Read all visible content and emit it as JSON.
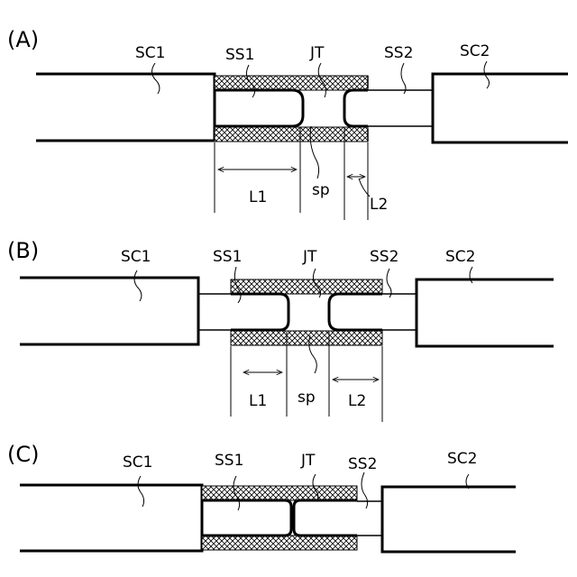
{
  "panels": {
    "a": {
      "tag": "(A)",
      "sc1": "SC1",
      "ss1": "SS1",
      "jt": "JT",
      "ss2": "SS2",
      "sc2": "SC2",
      "l1": "L1",
      "sp": "sp",
      "l2": "L2"
    },
    "b": {
      "tag": "(B)",
      "sc1": "SC1",
      "ss1": "SS1",
      "jt": "JT",
      "ss2": "SS2",
      "sc2": "SC2",
      "l1": "L1",
      "sp": "sp",
      "l2": "L2"
    },
    "c": {
      "tag": "(C)",
      "sc1": "SC1",
      "ss1": "SS1",
      "jt": "JT",
      "ss2": "SS2",
      "sc2": "SC2"
    }
  }
}
